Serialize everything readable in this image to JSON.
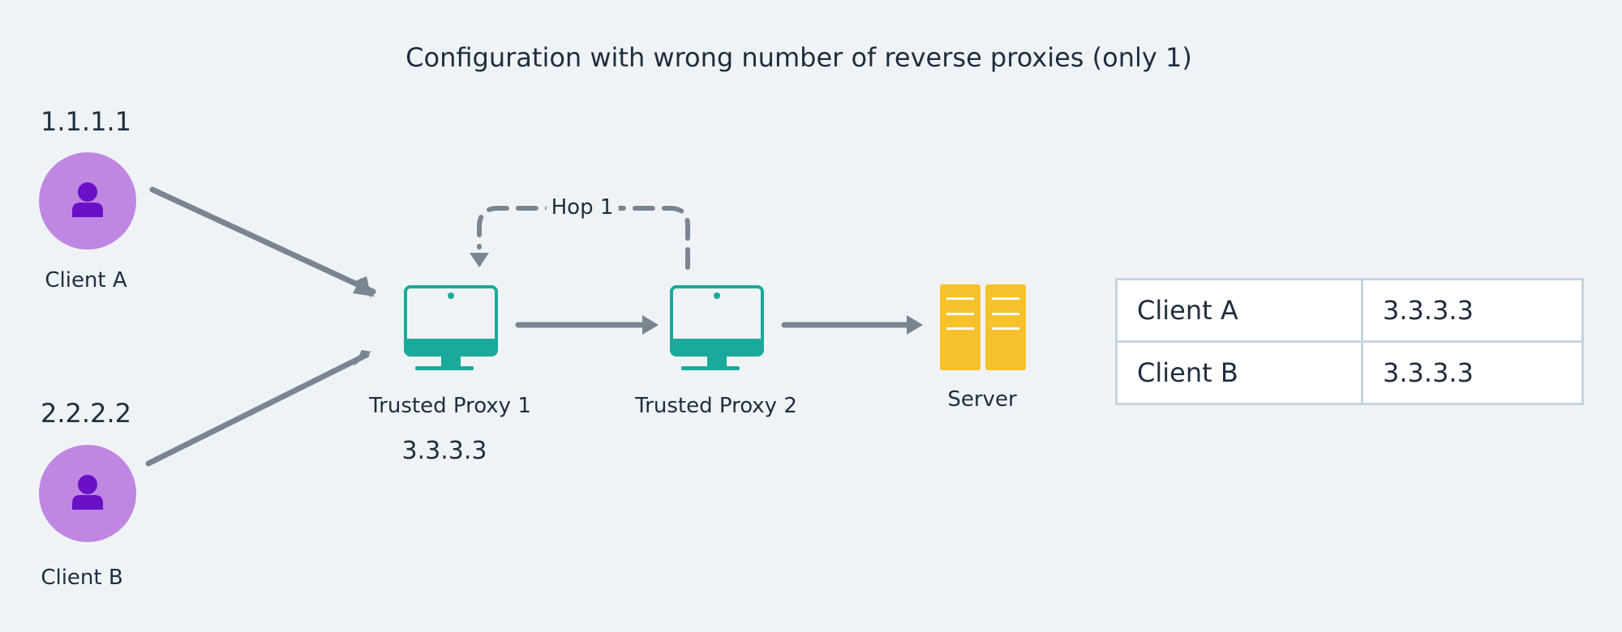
{
  "title": "Configuration with wrong number of reverse proxies (only 1)",
  "clients": [
    {
      "ip": "1.1.1.1",
      "label": "Client A"
    },
    {
      "ip": "2.2.2.2",
      "label": "Client B"
    }
  ],
  "proxies": [
    {
      "label": "Trusted Proxy 1",
      "ip": "3.3.3.3"
    },
    {
      "label": "Trusted Proxy 2"
    }
  ],
  "server": {
    "label": "Server"
  },
  "hop_label": "Hop 1",
  "result_table": {
    "rows": [
      {
        "client": "Client A",
        "ip": "3.3.3.3"
      },
      {
        "client": "Client B",
        "ip": "3.3.3.3"
      }
    ]
  },
  "colors": {
    "background": "#eff3f6",
    "client_circle": "#bf87e2",
    "client_icon": "#6a11c7",
    "proxy": "#1aa99a",
    "server": "#f6c22b",
    "arrow": "#7a8591",
    "text": "#1f2d3d"
  },
  "icons": {
    "client": "user-icon",
    "proxy": "monitor-icon",
    "server": "server-icon"
  }
}
